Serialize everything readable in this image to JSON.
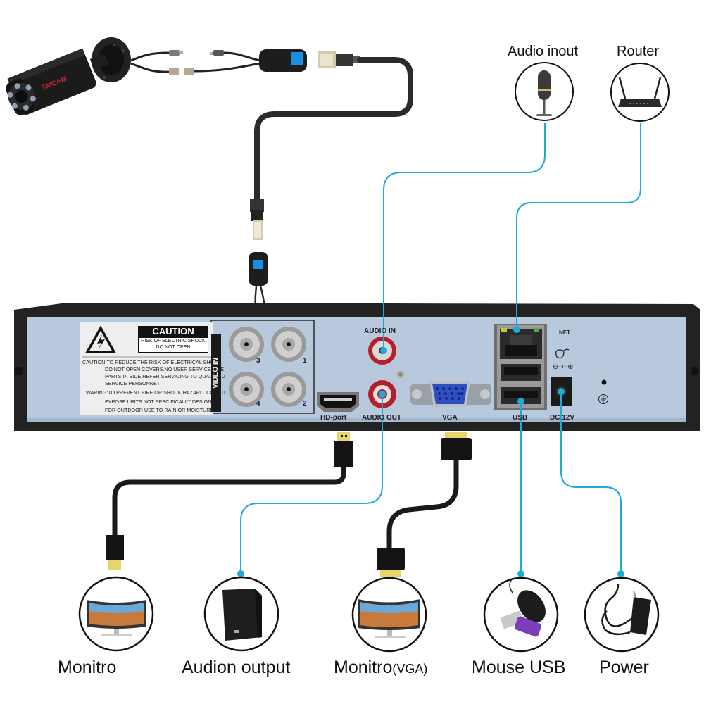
{
  "title": "DVR connection diagram",
  "accent_color": "#1fa9d6",
  "camera": {
    "brand_text": "SMCAM"
  },
  "top_devices": [
    {
      "label": "Audio inout",
      "icon": "microphone-icon"
    },
    {
      "label": "Router",
      "icon": "router-icon"
    }
  ],
  "bottom_devices": [
    {
      "label": "Monitro",
      "icon": "monitor-icon",
      "via": "HDMI cable"
    },
    {
      "label": "Audion output",
      "icon": "speaker-icon",
      "via": "line"
    },
    {
      "label": "Monitro",
      "label_suffix": "(VGA)",
      "icon": "monitor-icon",
      "via": "VGA cable"
    },
    {
      "label": "Mouse USB",
      "icon": "mouse-usb-icon",
      "via": "line"
    },
    {
      "label": "Power",
      "icon": "power-adapter-icon",
      "via": "line"
    }
  ],
  "dvr_panel": {
    "caution": {
      "title": "CAUTION",
      "subtitle_line1": "RISK OF ELECTRIC SHOCK",
      "subtitle_line2": "DO NOT OPEN",
      "lines": [
        "CAUTION:TO REDUCE THE RISK OF ELECTRICAL SHOCK.",
        "DO NOT OPEN COVERS.NO USER SERVICEABLE",
        "PARTS IN SIDE.REFER SERVICING TO QUALIFIED",
        "SERVICE PERSONNET",
        "WARING:TO PREVENT FIRE OR SHOCK HAZARD. CO NOT",
        "EXPOSE UBITS NOT SPECIFICALLY DESIGNED",
        "FOR OUTDOOR USE TO RAIN OR MOISTURE"
      ]
    },
    "video_in_label": "VIDEO IN",
    "video_channels": [
      "3",
      "1",
      "4",
      "2"
    ],
    "ports": {
      "audio_in": "AUDIO IN",
      "hd_port": "HD-port",
      "audio_out": "AUDIO OUT",
      "vga": "VGA",
      "net": "NET",
      "usb": "USB",
      "dc": "DC 12V",
      "polarity": "⊖-◐-⊕",
      "ground_symbol": "⏚"
    }
  }
}
